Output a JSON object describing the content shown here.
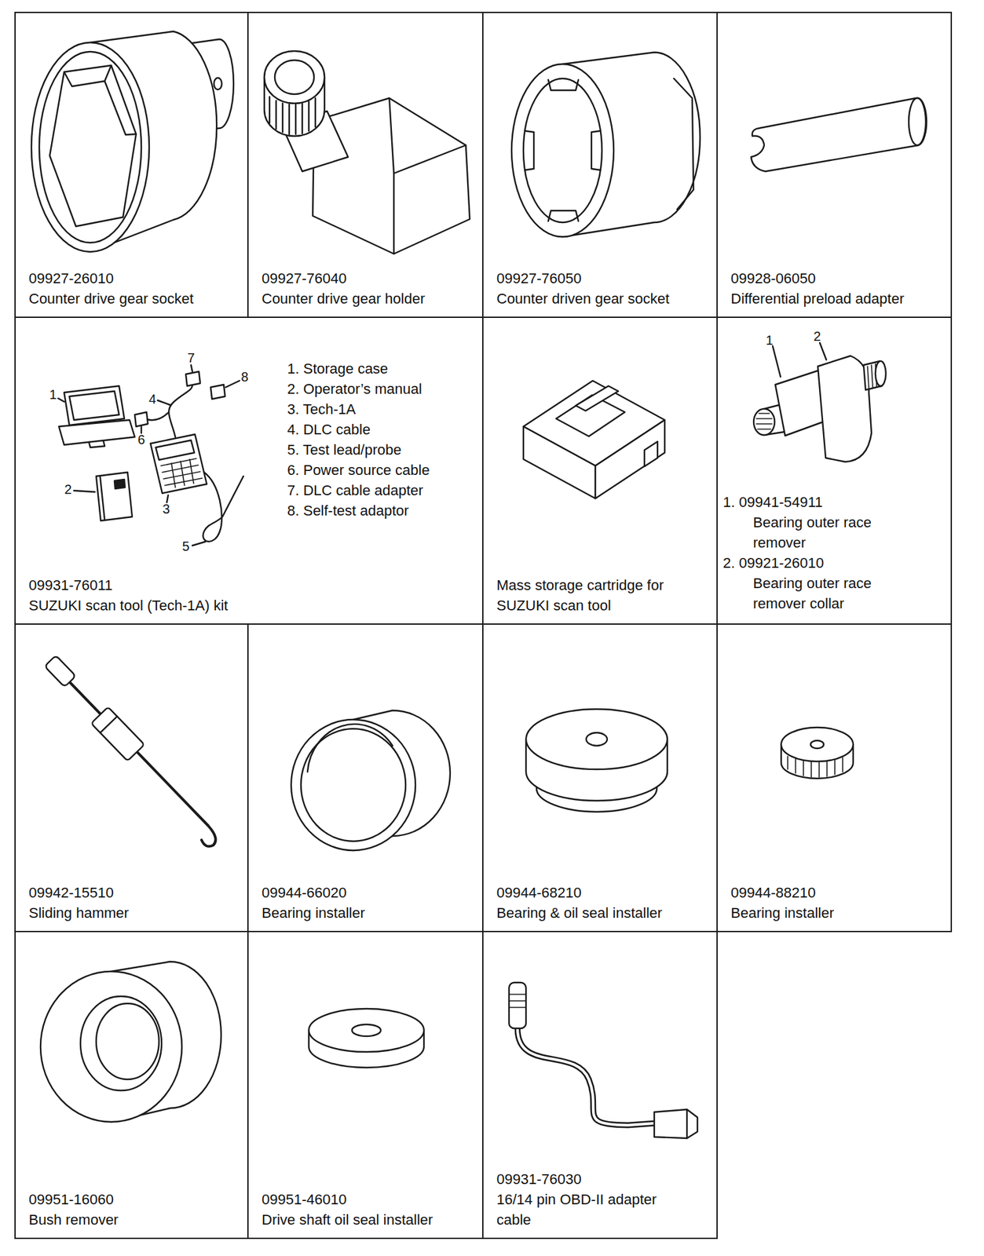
{
  "diagram": {
    "nodes": [
      {
        "text": [
          "09927-26010",
          "Counter drive gear socket"
        ]
      },
      {
        "text": [
          "09927-76040",
          "Counter drive gear holder"
        ]
      },
      {
        "text": [
          "09927-76050",
          "Counter driven gear socket"
        ]
      },
      {
        "text": [
          "09928-06050",
          "Differential preload adapter"
        ]
      },
      {
        "text": [
          "1. Storage case",
          "2. Operator’s manual",
          "3. Tech-1A",
          "4. DLC cable",
          "5. Test lead/probe",
          "6. Power source cable",
          "7. DLC cable adapter",
          "8. Self-test adaptor",
          "09931-76011",
          "SUZUKI scan tool (Tech-1A) kit"
        ]
      },
      {
        "text": [
          "Mass storage cartridge for SUZUKI scan tool"
        ]
      },
      {
        "text": [
          "1. 09941-54911 Bearing outer race remover",
          "2. 09921-26010 Bearing outer race remover collar"
        ]
      },
      {
        "text": [
          "09942-15510",
          "Sliding hammer"
        ]
      },
      {
        "text": [
          "09944-66020",
          "Bearing installer"
        ]
      },
      {
        "text": [
          "09944-68210",
          "Bearing & oil seal installer"
        ]
      },
      {
        "text": [
          "09944-88210",
          "Bearing installer"
        ]
      },
      {
        "text": [
          "09951-16060",
          "Bush remover"
        ]
      },
      {
        "text": [
          "09951-46010",
          "Drive shaft oil seal installer"
        ]
      },
      {
        "text": [
          "09931-76030",
          "16/14 pin OBD-II adapter cable"
        ]
      }
    ],
    "labels": [
      "7",
      "8",
      "1",
      "4",
      "6",
      "2",
      "3",
      "5",
      "1",
      "2"
    ]
  }
}
